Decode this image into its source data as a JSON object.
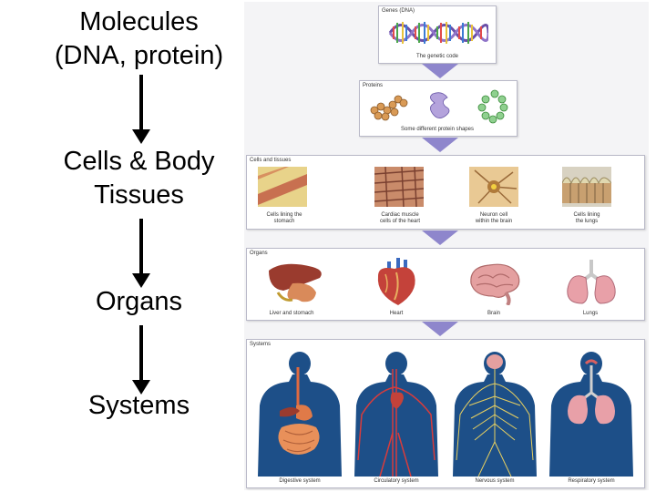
{
  "levels": [
    {
      "line1": "Molecules",
      "line2": "(DNA, protein)"
    },
    {
      "line1": "Cells & Body",
      "line2": "Tissues"
    },
    {
      "line1": "Organs"
    },
    {
      "line1": "Systems"
    }
  ],
  "figure": {
    "genes": {
      "title": "Genes (DNA)",
      "caption": "The genetic code"
    },
    "proteins": {
      "title": "Proteins",
      "caption": "Some different protein shapes"
    },
    "tissues": {
      "title": "Cells and tissues",
      "items": [
        {
          "l1": "Cells lining the",
          "l2": "stomach"
        },
        {
          "l1": "Cardiac muscle",
          "l2": "cells of the heart"
        },
        {
          "l1": "Neuron cell",
          "l2": "within the brain"
        },
        {
          "l1": "Cells lining",
          "l2": "the lungs"
        }
      ]
    },
    "organs": {
      "title": "Organs",
      "items": [
        "Liver and stomach",
        "Heart",
        "Brain",
        "Lungs"
      ]
    },
    "systems": {
      "title": "Systems",
      "items": [
        "Digestive system",
        "Circulatory system",
        "Nervous system",
        "Respiratory system"
      ]
    }
  },
  "colors": {
    "arrow": "#000000",
    "chevron": "#8e86cc",
    "body": "#1d4f88",
    "organ_red": "#c4423a",
    "brain_pink": "#e4a0a0",
    "lung_pink": "#e8a0a8",
    "liver": "#9a3b2e"
  }
}
